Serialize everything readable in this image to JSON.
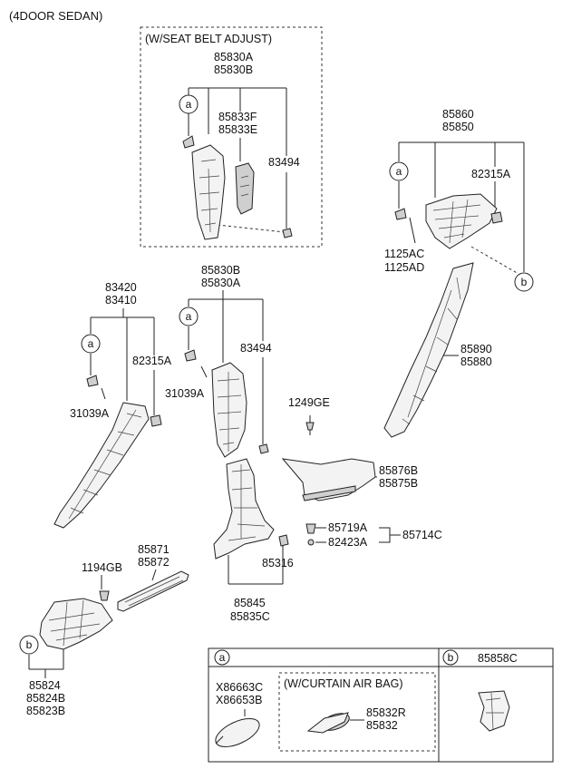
{
  "header": {
    "variant": "(4DOOR SEDAN)"
  },
  "inset_seat_belt": {
    "title": "(W/SEAT BELT ADJUST)",
    "part_a": "85830A",
    "part_b": "85830B",
    "cover_f": "85833F",
    "cover_e": "85833E",
    "clip": "83494",
    "ref": "a"
  },
  "rear_pillar": {
    "part_1": "85860",
    "part_2": "85850",
    "clip": "82315A",
    "screw_1": "1125AC",
    "screw_2": "1125AD",
    "ref_a": "a",
    "ref_b": "b"
  },
  "quarter_trim": {
    "part_1": "85890",
    "part_2": "85880"
  },
  "front_pillar": {
    "part_1": "83420",
    "part_2": "83410",
    "clip": "82315A",
    "screw": "31039A",
    "ref": "a"
  },
  "center_pillar_upper": {
    "part_1": "85830B",
    "part_2": "85830A",
    "clip": "83494",
    "screw": "31039A",
    "ref": "a"
  },
  "center_pillar_lower": {
    "part_1": "85845",
    "part_2": "85835C",
    "clip": "85316"
  },
  "scuff_rear": {
    "bolt": "1249GE",
    "part_1": "85876B",
    "part_2": "85875B",
    "clip_1": "85719A",
    "clip_2": "82423A",
    "clip_assy": "85714C"
  },
  "scuff_front": {
    "part_1": "85871",
    "part_2": "85872",
    "bolt": "1194GB"
  },
  "cowl_trim": {
    "part_1": "85824",
    "part_2": "85824B",
    "part_3": "85823B",
    "ref": "b"
  },
  "legend": {
    "a_ref": "a",
    "a_part_1": "X86663C",
    "a_part_2": "X86653B",
    "a_sub_title": "(W/CURTAIN AIR BAG)",
    "a_sub_part_1": "85832R",
    "a_sub_part_2": "85832",
    "b_ref": "b",
    "b_part": "85858C"
  }
}
